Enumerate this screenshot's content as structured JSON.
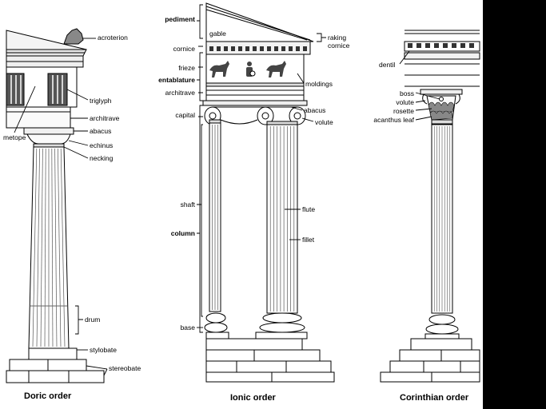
{
  "doric": {
    "caption": "Doric order",
    "labels": {
      "acroterion": "acroterion",
      "triglyph": "triglyph",
      "architrave": "architrave",
      "abacus": "abacus",
      "metope": "metope",
      "echinus": "echinus",
      "necking": "necking",
      "drum": "drum",
      "stylobate": "stylobate",
      "stereobate": "stereobate"
    }
  },
  "ionic": {
    "caption": "Ionic order",
    "labels": {
      "pediment": "pediment",
      "gable": "gable",
      "raking_cornice": "raking cornice",
      "cornice": "cornice",
      "frieze": "frieze",
      "entablature": "entablature",
      "architrave": "architrave",
      "moldings": "moldings",
      "capital": "capital",
      "abacus": "abacus",
      "volute": "volute",
      "shaft": "shaft",
      "flute": "flute",
      "column": "column",
      "fillet": "fillet",
      "base": "base"
    }
  },
  "corinthian": {
    "caption": "Corinthian order",
    "labels": {
      "dentil": "dentil",
      "boss": "boss",
      "volute": "volute",
      "rosette": "rosette",
      "acanthus_leaf": "acanthus leaf"
    }
  }
}
